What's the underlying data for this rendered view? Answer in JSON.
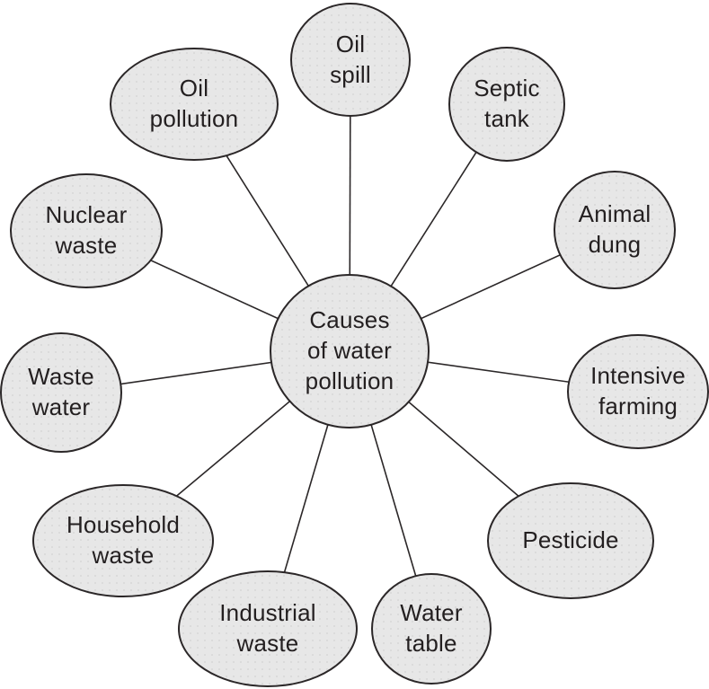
{
  "diagram": {
    "title": "Causes of water pollution spider diagram",
    "background_color": "#ffffff",
    "node_fill_color": "#e7e7e7",
    "node_border_color": "#2b2728",
    "connector_color": "#2b2728",
    "text_color": "#231f20"
  },
  "center": {
    "label": "Causes\nof water\npollution"
  },
  "nodes": [
    {
      "id": "oil-spill",
      "label": "Oil\nspill"
    },
    {
      "id": "septic-tank",
      "label": "Septic\ntank"
    },
    {
      "id": "animal-dung",
      "label": "Animal\ndung"
    },
    {
      "id": "intensive-farming",
      "label": "Intensive\nfarming"
    },
    {
      "id": "pesticide",
      "label": "Pesticide"
    },
    {
      "id": "water-table",
      "label": "Water\ntable"
    },
    {
      "id": "industrial-waste",
      "label": "Industrial\nwaste"
    },
    {
      "id": "household-waste",
      "label": "Household\nwaste"
    },
    {
      "id": "waste-water",
      "label": "Waste\nwater"
    },
    {
      "id": "nuclear-waste",
      "label": "Nuclear\nwaste"
    },
    {
      "id": "oil-pollution",
      "label": "Oil\npollution"
    }
  ]
}
